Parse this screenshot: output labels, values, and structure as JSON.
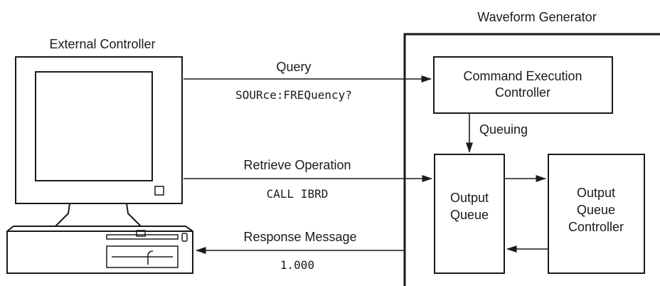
{
  "controller": {
    "title": "External Controller"
  },
  "generator": {
    "title": "Waveform Generator",
    "command_box": [
      "Command Execution",
      "Controller"
    ],
    "queue_box": [
      "Output",
      "Queue"
    ],
    "queue_controller_box": [
      "Output",
      "Queue",
      "Controller"
    ]
  },
  "arrows": {
    "query_label": "Query",
    "query_command": "SOURce:FREQuency?",
    "queuing_label": "Queuing",
    "retrieve_label": "Retrieve Operation",
    "retrieve_command": "CALL IBRD",
    "response_label": "Response Message",
    "response_value": "1.000"
  },
  "colors": {
    "ink": "#1a1a1a",
    "background": "#ffffff"
  }
}
